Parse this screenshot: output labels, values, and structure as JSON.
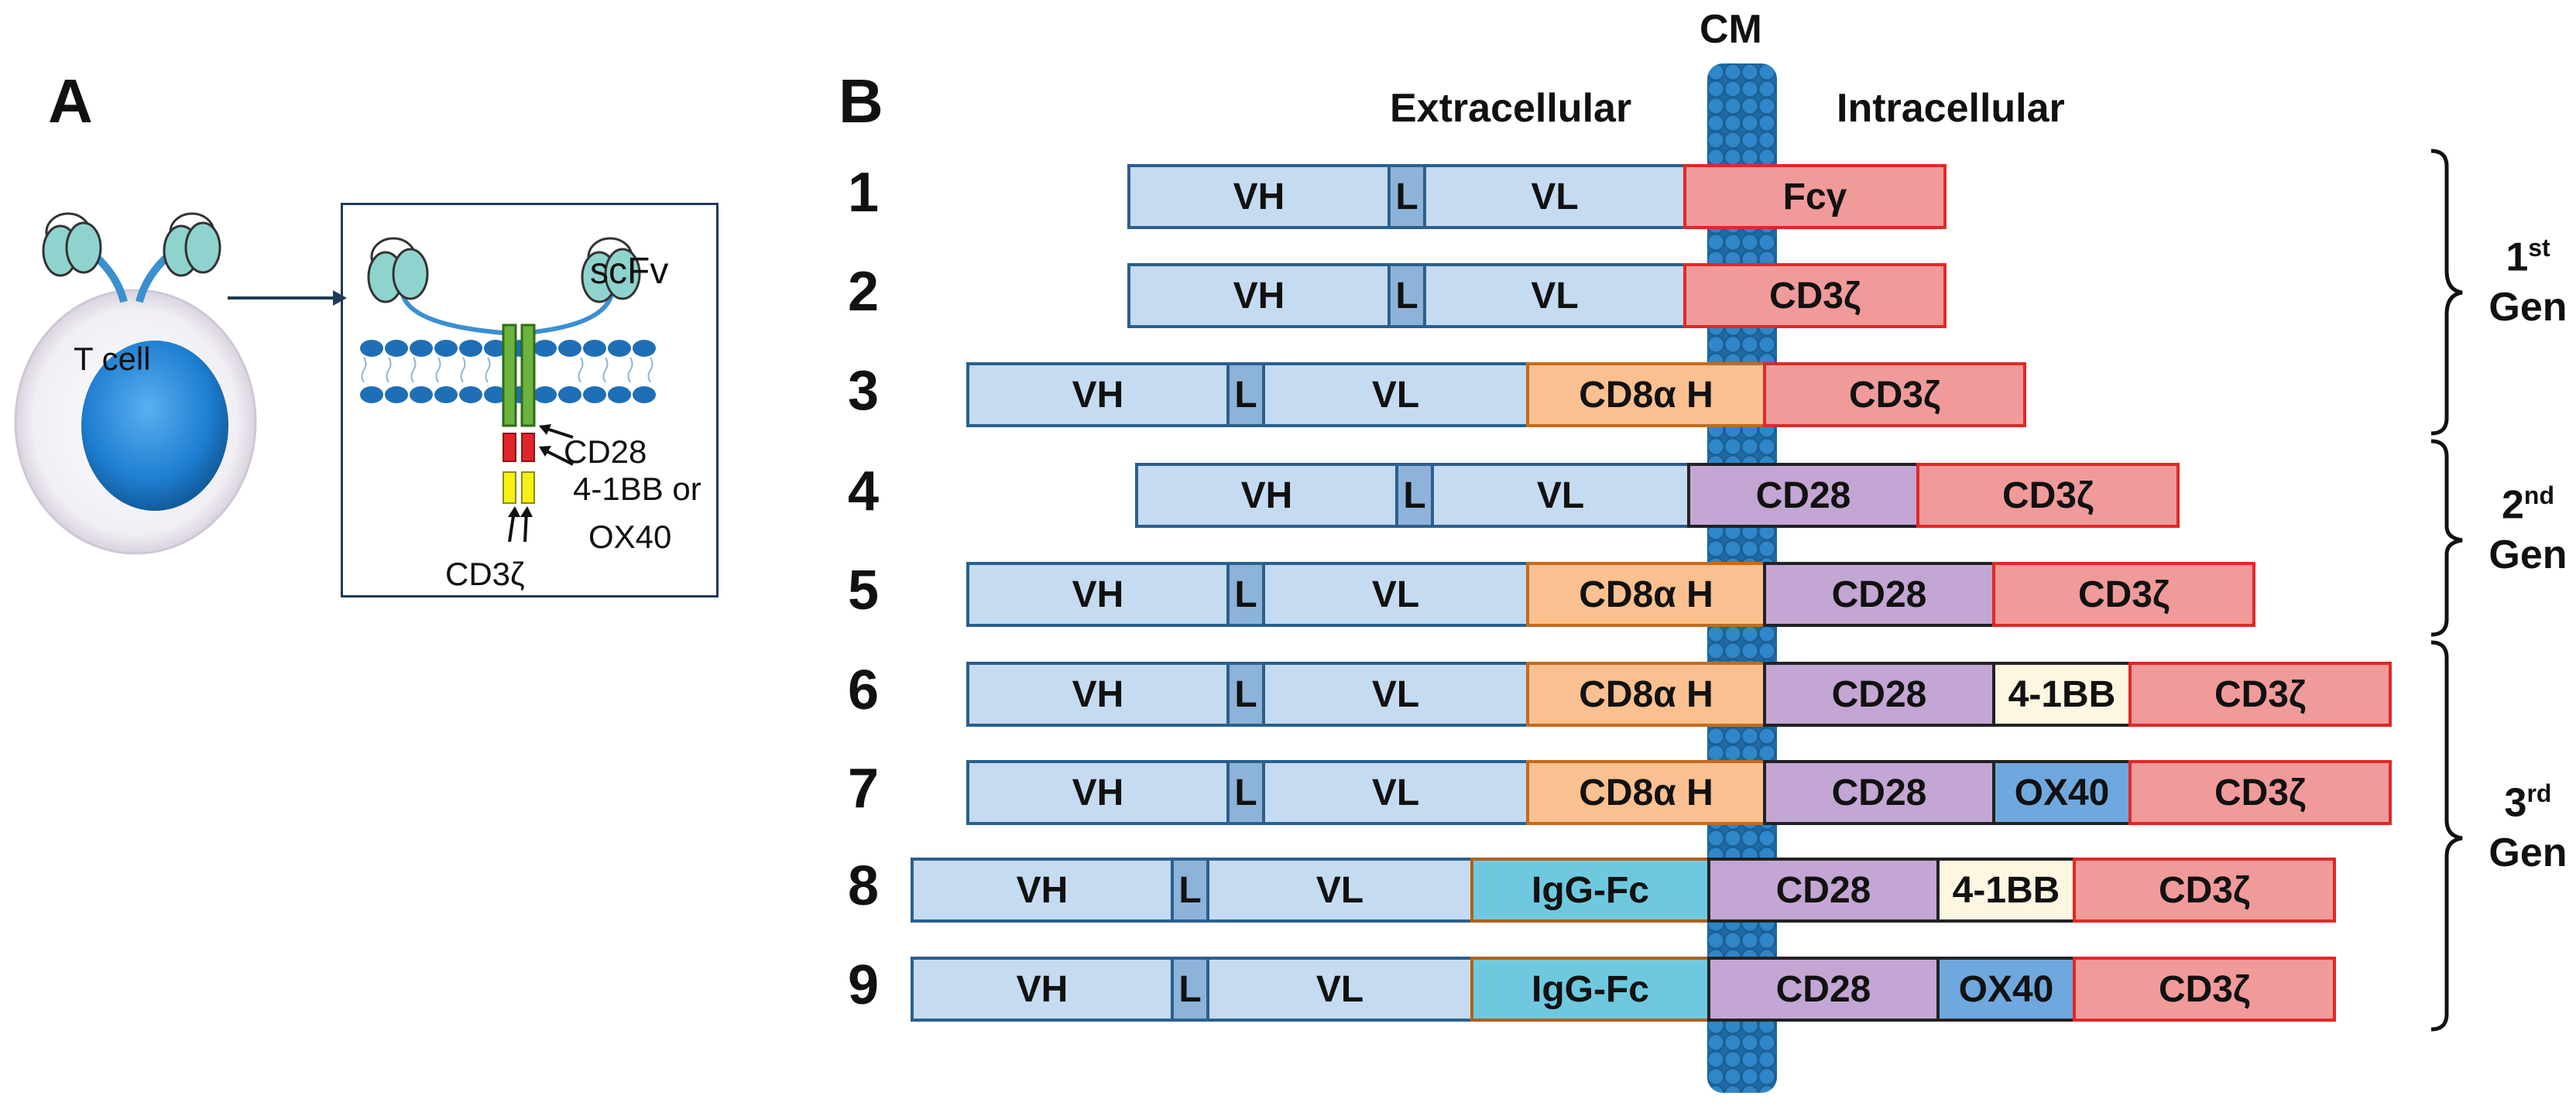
{
  "panel_a": {
    "letter": "A",
    "t_cell_label": "T cell",
    "scfv_label": "scFv",
    "cd28_label": "CD28",
    "bb_label": "4-1BB or",
    "ox40_label": "OX40",
    "cd3z_label": "CD3ζ"
  },
  "panel_b": {
    "letter": "B",
    "cm_label": "CM",
    "extracellular_label": "Extracellular",
    "intracellular_label": "Intracellular",
    "rows": [
      {
        "num": "1",
        "domains": [
          {
            "type": "vh",
            "label": "VH"
          },
          {
            "type": "lnk",
            "label": "L"
          },
          {
            "type": "vl",
            "label": "VL"
          },
          {
            "type": "fcg",
            "label": "Fcγ"
          }
        ]
      },
      {
        "num": "2",
        "domains": [
          {
            "type": "vh",
            "label": "VH"
          },
          {
            "type": "lnk",
            "label": "L"
          },
          {
            "type": "vl",
            "label": "VL"
          },
          {
            "type": "cd3z",
            "label": "CD3ζ"
          }
        ]
      },
      {
        "num": "3",
        "domains": [
          {
            "type": "vh",
            "label": "VH"
          },
          {
            "type": "lnk",
            "label": "L"
          },
          {
            "type": "vl",
            "label": "VL"
          },
          {
            "type": "hinge",
            "label": "CD8α H"
          },
          {
            "type": "cd3z",
            "label": "CD3ζ"
          }
        ]
      },
      {
        "num": "4",
        "domains": [
          {
            "type": "vh",
            "label": "VH"
          },
          {
            "type": "lnk",
            "label": "L"
          },
          {
            "type": "vl",
            "label": "VL"
          },
          {
            "type": "cd28",
            "label": "CD28"
          },
          {
            "type": "cd3z",
            "label": "CD3ζ"
          }
        ]
      },
      {
        "num": "5",
        "domains": [
          {
            "type": "vh",
            "label": "VH"
          },
          {
            "type": "lnk",
            "label": "L"
          },
          {
            "type": "vl",
            "label": "VL"
          },
          {
            "type": "hinge",
            "label": "CD8α H"
          },
          {
            "type": "cd28",
            "label": "CD28"
          },
          {
            "type": "cd3z",
            "label": "CD3ζ"
          }
        ]
      },
      {
        "num": "6",
        "domains": [
          {
            "type": "vh",
            "label": "VH"
          },
          {
            "type": "lnk",
            "label": "L"
          },
          {
            "type": "vl",
            "label": "VL"
          },
          {
            "type": "hinge",
            "label": "CD8α H"
          },
          {
            "type": "cd28",
            "label": "CD28"
          },
          {
            "type": "bb41",
            "label": "4-1BB"
          },
          {
            "type": "cd3z",
            "label": "CD3ζ"
          }
        ]
      },
      {
        "num": "7",
        "domains": [
          {
            "type": "vh",
            "label": "VH"
          },
          {
            "type": "lnk",
            "label": "L"
          },
          {
            "type": "vl",
            "label": "VL"
          },
          {
            "type": "hinge",
            "label": "CD8α H"
          },
          {
            "type": "cd28",
            "label": "CD28"
          },
          {
            "type": "ox40",
            "label": "OX40"
          },
          {
            "type": "cd3z",
            "label": "CD3ζ"
          }
        ]
      },
      {
        "num": "8",
        "domains": [
          {
            "type": "vh",
            "label": "VH"
          },
          {
            "type": "lnk",
            "label": "L"
          },
          {
            "type": "vl",
            "label": "VL"
          },
          {
            "type": "igg",
            "label": "IgG-Fc"
          },
          {
            "type": "cd28",
            "label": "CD28"
          },
          {
            "type": "bb41",
            "label": "4-1BB"
          },
          {
            "type": "cd3z",
            "label": "CD3ζ"
          }
        ]
      },
      {
        "num": "9",
        "domains": [
          {
            "type": "vh",
            "label": "VH"
          },
          {
            "type": "lnk",
            "label": "L"
          },
          {
            "type": "vl",
            "label": "VL"
          },
          {
            "type": "igg",
            "label": "IgG-Fc"
          },
          {
            "type": "cd28",
            "label": "CD28"
          },
          {
            "type": "ox40",
            "label": "OX40"
          },
          {
            "type": "cd3z",
            "label": "CD3ζ"
          }
        ]
      }
    ],
    "generations": [
      {
        "num": "1",
        "sup": "st",
        "word": "Gen"
      },
      {
        "num": "2",
        "sup": "nd",
        "word": "Gen"
      },
      {
        "num": "3",
        "sup": "rd",
        "word": "Gen"
      }
    ]
  }
}
